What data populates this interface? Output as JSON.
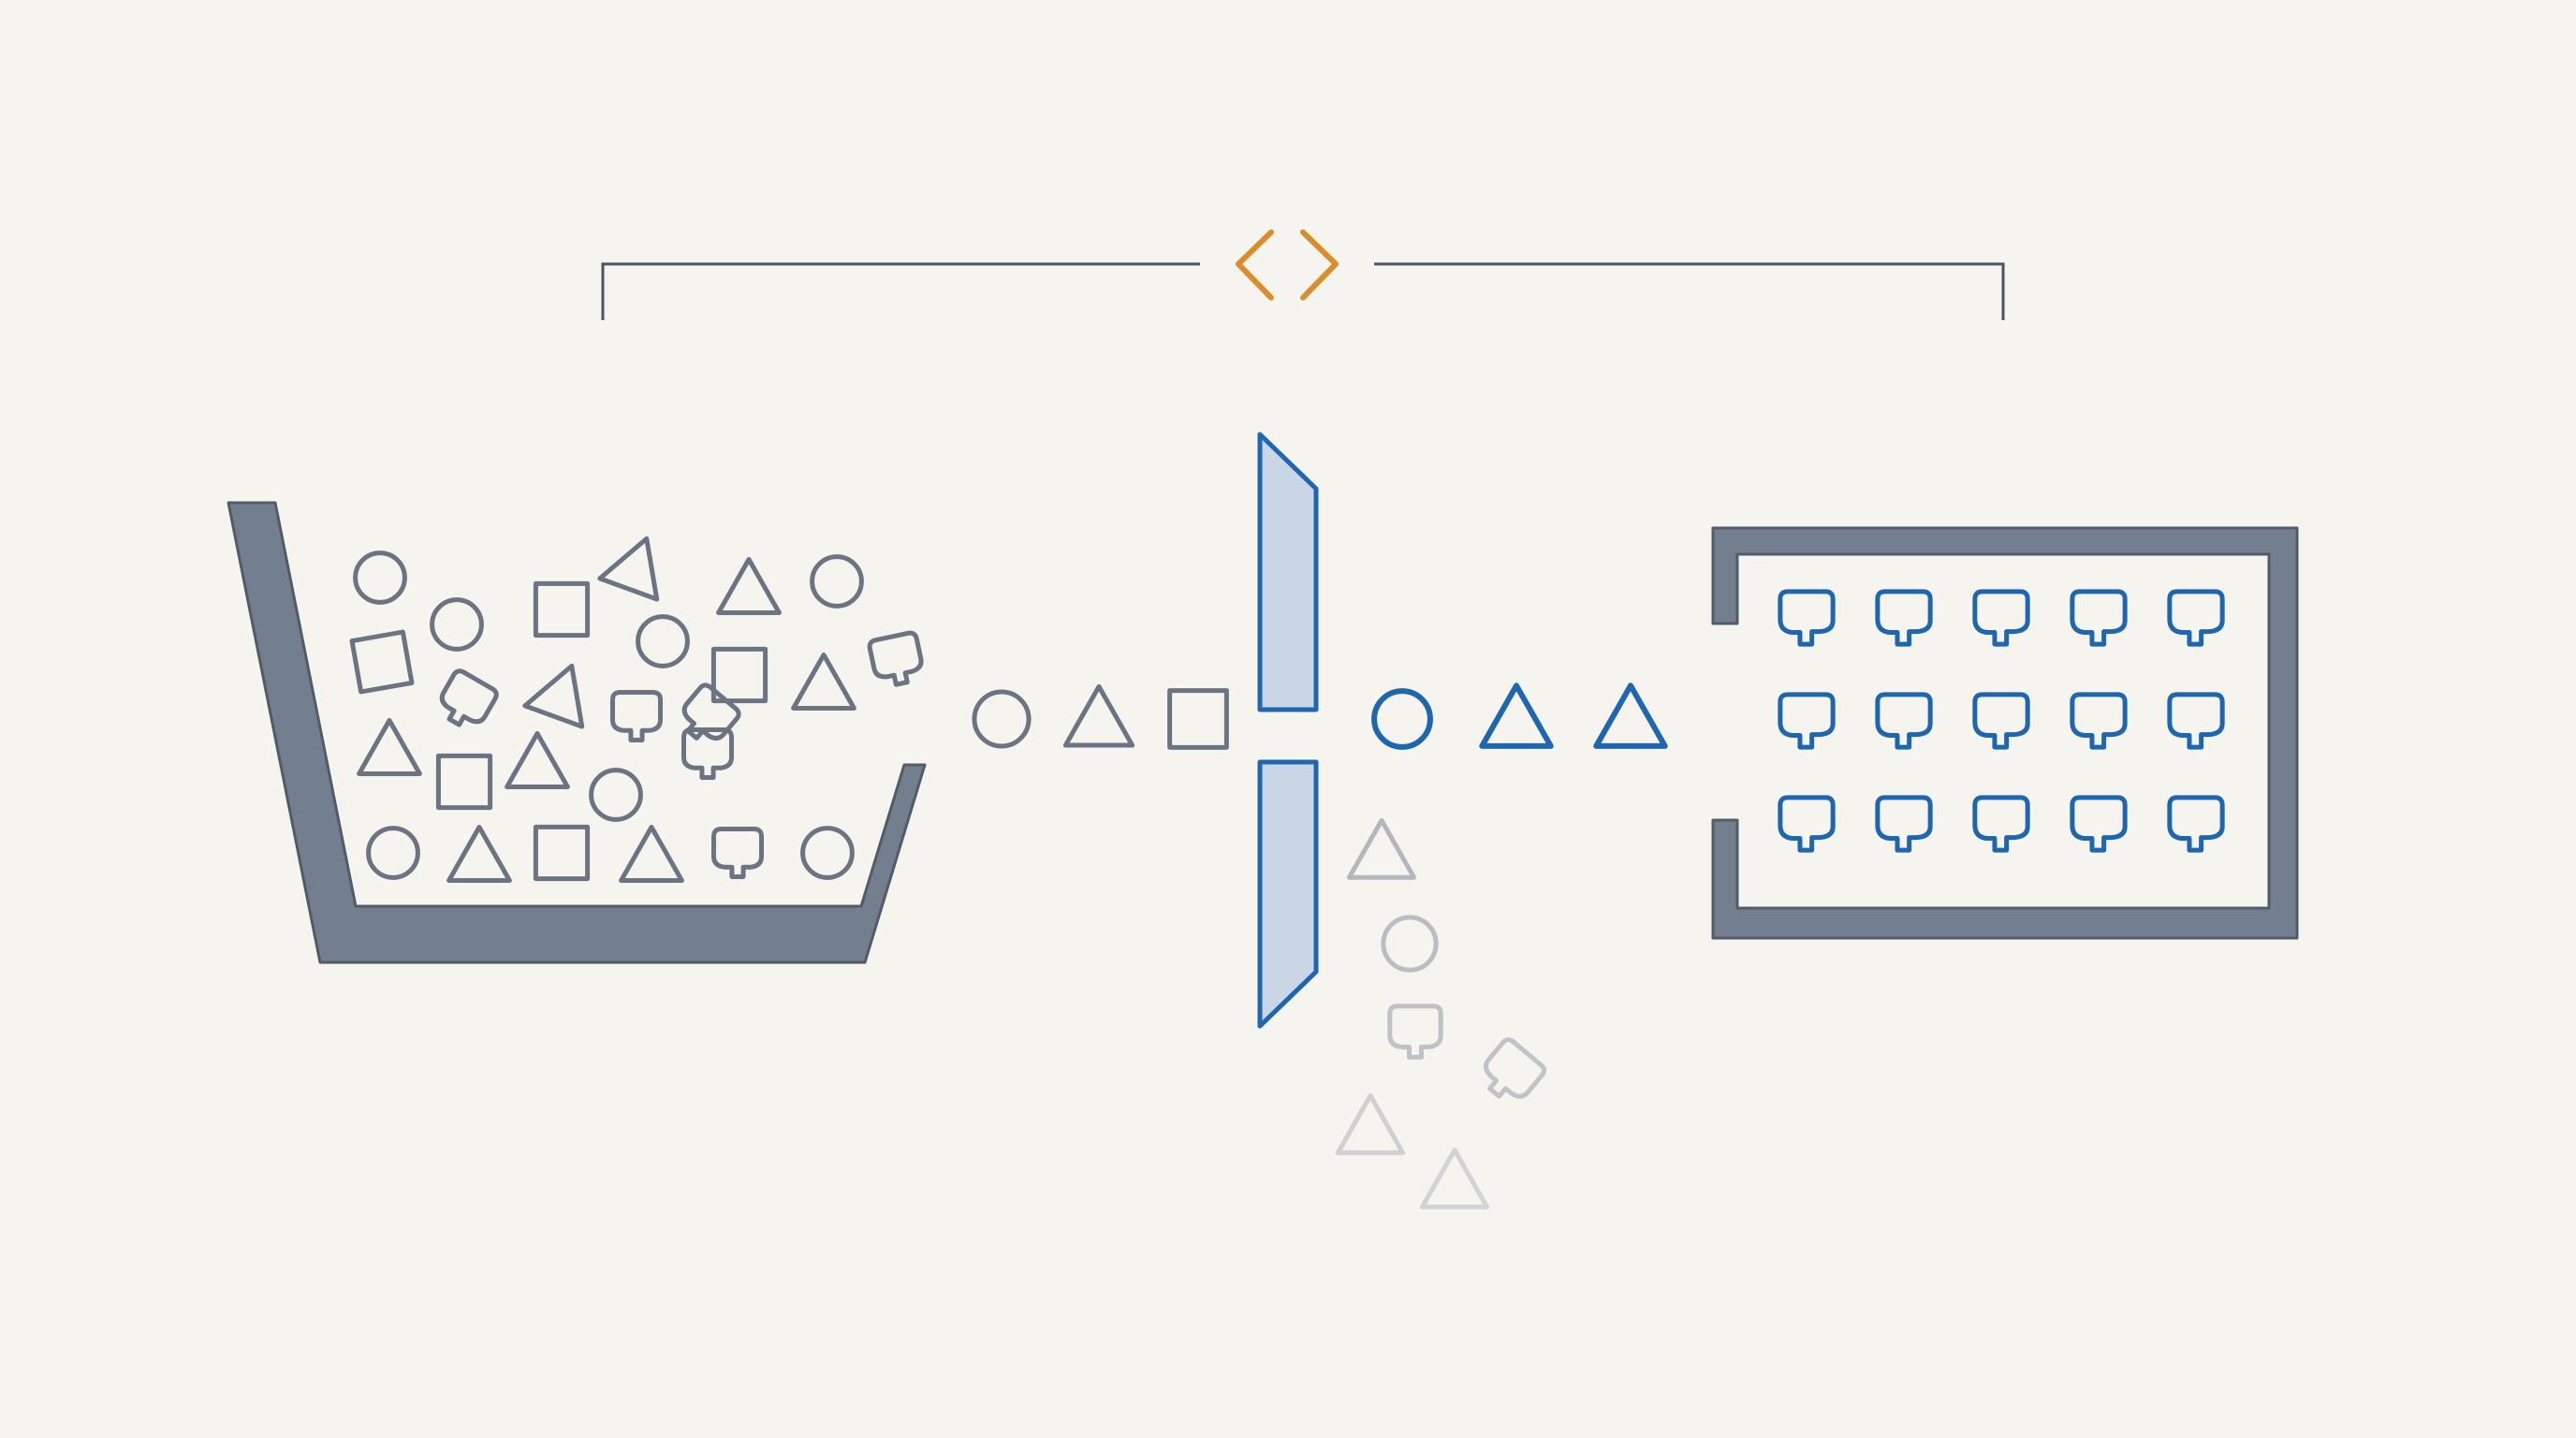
{
  "palette": {
    "background": "#f5f4ef",
    "container": "#737f8f",
    "container_edge": "#525c69",
    "raw_shape": "#6b7482",
    "filter_fill": "#c9d6e6",
    "accent_blue": "#1f66b0",
    "rejected_shape": "#b4b8bd",
    "code_icon": "#d98e2b",
    "bracket_line": "#4a5563"
  },
  "bracket": {
    "icon": "code-brackets-icon"
  },
  "source_bin": {
    "icon": "bin-icon",
    "shapes": [
      "circle",
      "circle",
      "square",
      "triangle",
      "triangle",
      "circle",
      "square",
      "circle",
      "triangle",
      "square",
      "triangle",
      "blob",
      "blob",
      "blob",
      "blob",
      "blob",
      "triangle",
      "square",
      "triangle",
      "circle",
      "circle",
      "triangle",
      "square",
      "triangle",
      "blob",
      "circle"
    ]
  },
  "incoming_stream": {
    "shapes": [
      "circle",
      "triangle",
      "square"
    ]
  },
  "filter": {
    "icon": "filter-gate-icon"
  },
  "passed_stream": {
    "shapes": [
      "circle",
      "triangle",
      "triangle"
    ]
  },
  "rejected_stream": {
    "shapes": [
      "triangle",
      "circle",
      "blob",
      "blob",
      "triangle",
      "triangle"
    ]
  },
  "output_container": {
    "icon": "tray-icon",
    "rows": 3,
    "columns": 5,
    "item_icon": "speech-bubble-icon"
  }
}
